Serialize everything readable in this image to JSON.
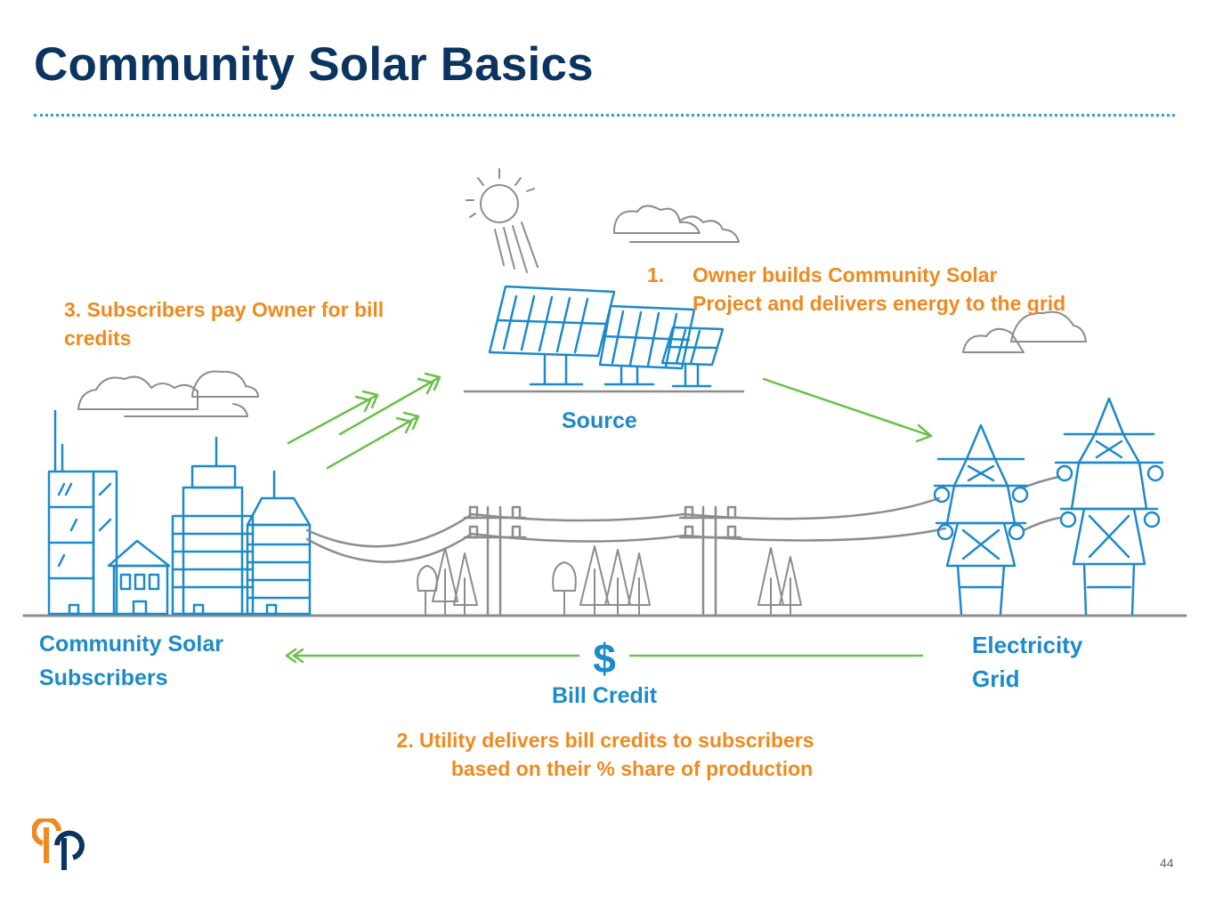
{
  "slide": {
    "title": "Community Solar Basics",
    "page_number": "44"
  },
  "notes": {
    "step1_number": "1.",
    "step1_line1": "Owner builds Community Solar",
    "step1_line2": "Project and delivers energy to the grid",
    "step2_line1": "2. Utility delivers bill credits to subscribers",
    "step2_line2": "based on their % share of production",
    "step3_line1": "3. Subscribers pay Owner for bill",
    "step3_line2": "credits"
  },
  "diagram": {
    "source_label": "Source",
    "subscribers_label_line1": "Community Solar",
    "subscribers_label_line2": "Subscribers",
    "grid_label_line1": "Electricity",
    "grid_label_line2": "Grid",
    "bill_credit_symbol": "$",
    "bill_credit_label": "Bill Credit"
  },
  "colors": {
    "title": "#0b3560",
    "accent_orange": "#ee8a1e",
    "diagram_blue": "#1d8ac9",
    "arrow_green": "#6cbf4a",
    "line_gray": "#8c8c8c"
  },
  "icons": [
    "sun-icon",
    "cloud-icon",
    "solar-panel-icon",
    "building-icon",
    "house-icon",
    "tree-icon",
    "utility-pole-icon",
    "transmission-tower-icon",
    "arrow-icon",
    "logo-icon"
  ]
}
